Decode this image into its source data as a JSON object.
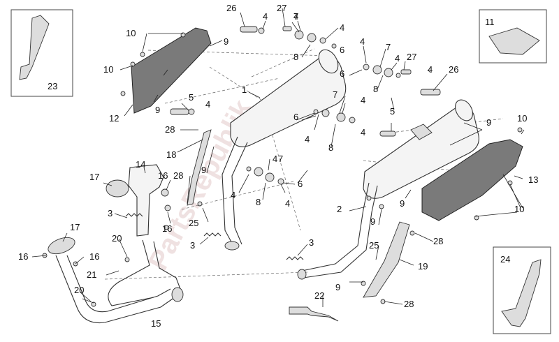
{
  "watermark": "PartsRepublik",
  "callouts": [
    {
      "id": "c1",
      "label": "1"
    },
    {
      "id": "c2",
      "label": "2"
    },
    {
      "id": "c3a",
      "label": "3"
    },
    {
      "id": "c3b",
      "label": "3"
    },
    {
      "id": "c3c",
      "label": "3"
    },
    {
      "id": "c4a",
      "label": "4"
    },
    {
      "id": "c4b",
      "label": "4"
    },
    {
      "id": "c4c",
      "label": "4"
    },
    {
      "id": "c4d",
      "label": "4"
    },
    {
      "id": "c4e",
      "label": "4"
    },
    {
      "id": "c4f",
      "label": "4"
    },
    {
      "id": "c4g",
      "label": "4"
    },
    {
      "id": "c4h",
      "label": "4"
    },
    {
      "id": "c4i",
      "label": "4"
    },
    {
      "id": "c4j",
      "label": "4"
    },
    {
      "id": "c4k",
      "label": "4"
    },
    {
      "id": "c4l",
      "label": "4"
    },
    {
      "id": "c4m",
      "label": "4"
    },
    {
      "id": "c5a",
      "label": "5"
    },
    {
      "id": "c5b",
      "label": "5"
    },
    {
      "id": "c6a",
      "label": "6"
    },
    {
      "id": "c6b",
      "label": "6"
    },
    {
      "id": "c6c",
      "label": "6"
    },
    {
      "id": "c6d",
      "label": "6"
    },
    {
      "id": "c7a",
      "label": "7"
    },
    {
      "id": "c7b",
      "label": "7"
    },
    {
      "id": "c7c",
      "label": "7"
    },
    {
      "id": "c7d",
      "label": "7"
    },
    {
      "id": "c8a",
      "label": "8"
    },
    {
      "id": "c8b",
      "label": "8"
    },
    {
      "id": "c8c",
      "label": "8"
    },
    {
      "id": "c8d",
      "label": "8"
    },
    {
      "id": "c9a",
      "label": "9"
    },
    {
      "id": "c9b",
      "label": "9"
    },
    {
      "id": "c9c",
      "label": "9"
    },
    {
      "id": "c9d",
      "label": "9"
    },
    {
      "id": "c9e",
      "label": "9"
    },
    {
      "id": "c9f",
      "label": "9"
    },
    {
      "id": "c9g",
      "label": "9"
    },
    {
      "id": "c10a",
      "label": "10"
    },
    {
      "id": "c10b",
      "label": "10"
    },
    {
      "id": "c10c",
      "label": "10"
    },
    {
      "id": "c10d",
      "label": "10"
    },
    {
      "id": "c11",
      "label": "11"
    },
    {
      "id": "c12",
      "label": "12"
    },
    {
      "id": "c13",
      "label": "13"
    },
    {
      "id": "c14",
      "label": "14"
    },
    {
      "id": "c15",
      "label": "15"
    },
    {
      "id": "c16a",
      "label": "16"
    },
    {
      "id": "c16b",
      "label": "16"
    },
    {
      "id": "c16c",
      "label": "16"
    },
    {
      "id": "c16d",
      "label": "16"
    },
    {
      "id": "c17a",
      "label": "17"
    },
    {
      "id": "c17b",
      "label": "17"
    },
    {
      "id": "c18",
      "label": "18"
    },
    {
      "id": "c19",
      "label": "19"
    },
    {
      "id": "c20a",
      "label": "20"
    },
    {
      "id": "c20b",
      "label": "20"
    },
    {
      "id": "c21",
      "label": "21"
    },
    {
      "id": "c22",
      "label": "22"
    },
    {
      "id": "c23",
      "label": "23"
    },
    {
      "id": "c24",
      "label": "24"
    },
    {
      "id": "c25a",
      "label": "25"
    },
    {
      "id": "c25b",
      "label": "25"
    },
    {
      "id": "c26a",
      "label": "26"
    },
    {
      "id": "c26b",
      "label": "26"
    },
    {
      "id": "c27a",
      "label": "27"
    },
    {
      "id": "c27b",
      "label": "27"
    },
    {
      "id": "c28a",
      "label": "28"
    },
    {
      "id": "c28b",
      "label": "28"
    },
    {
      "id": "c28c",
      "label": "28"
    },
    {
      "id": "c28d",
      "label": "28"
    }
  ]
}
